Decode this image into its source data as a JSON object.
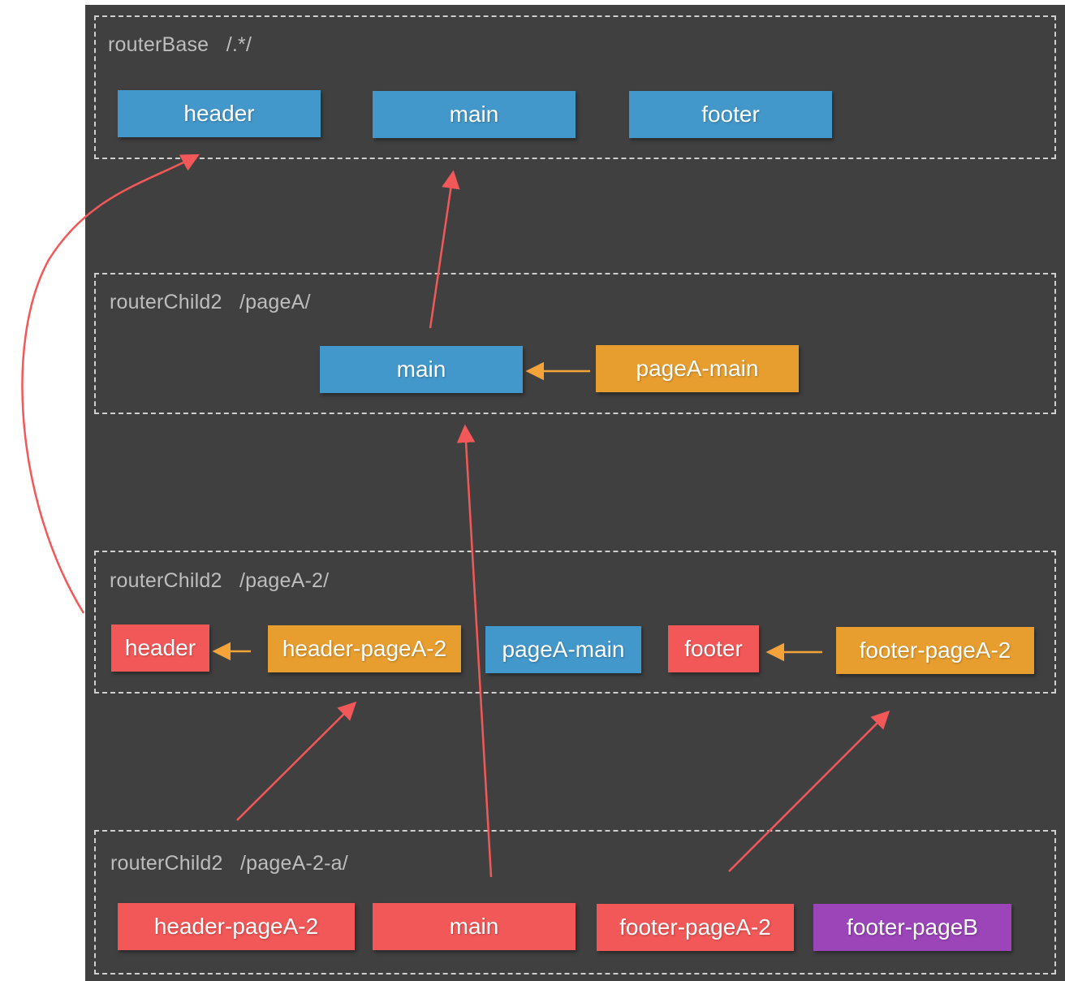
{
  "colors": {
    "panel": "#404040",
    "border": "#cfcfcf",
    "title": "#bdbdbd",
    "blue": "#4398cb",
    "orange": "#e79e2f",
    "red": "#f25858",
    "purple": "#9b45b9",
    "arrow_red": "#f25858",
    "arrow_orange": "#f3a33a"
  },
  "groups": [
    {
      "title": "routerBase   /.*/",
      "boxes": [
        {
          "label": "header",
          "color": "blue"
        },
        {
          "label": "main",
          "color": "blue"
        },
        {
          "label": "footer",
          "color": "blue"
        }
      ]
    },
    {
      "title": "routerChild2   /pageA/",
      "boxes": [
        {
          "label": "main",
          "color": "blue"
        },
        {
          "label": "pageA-main",
          "color": "orange"
        }
      ]
    },
    {
      "title": "routerChild2   /pageA-2/",
      "boxes": [
        {
          "label": "header",
          "color": "red"
        },
        {
          "label": "header-pageA-2",
          "color": "orange"
        },
        {
          "label": "pageA-main",
          "color": "blue"
        },
        {
          "label": "footer",
          "color": "red"
        },
        {
          "label": "footer-pageA-2",
          "color": "orange"
        }
      ]
    },
    {
      "title": "routerChild2   /pageA-2-a/",
      "boxes": [
        {
          "label": "header-pageA-2",
          "color": "red"
        },
        {
          "label": "main",
          "color": "red"
        },
        {
          "label": "footer-pageA-2",
          "color": "red"
        },
        {
          "label": "footer-pageB",
          "color": "purple"
        }
      ]
    }
  ]
}
